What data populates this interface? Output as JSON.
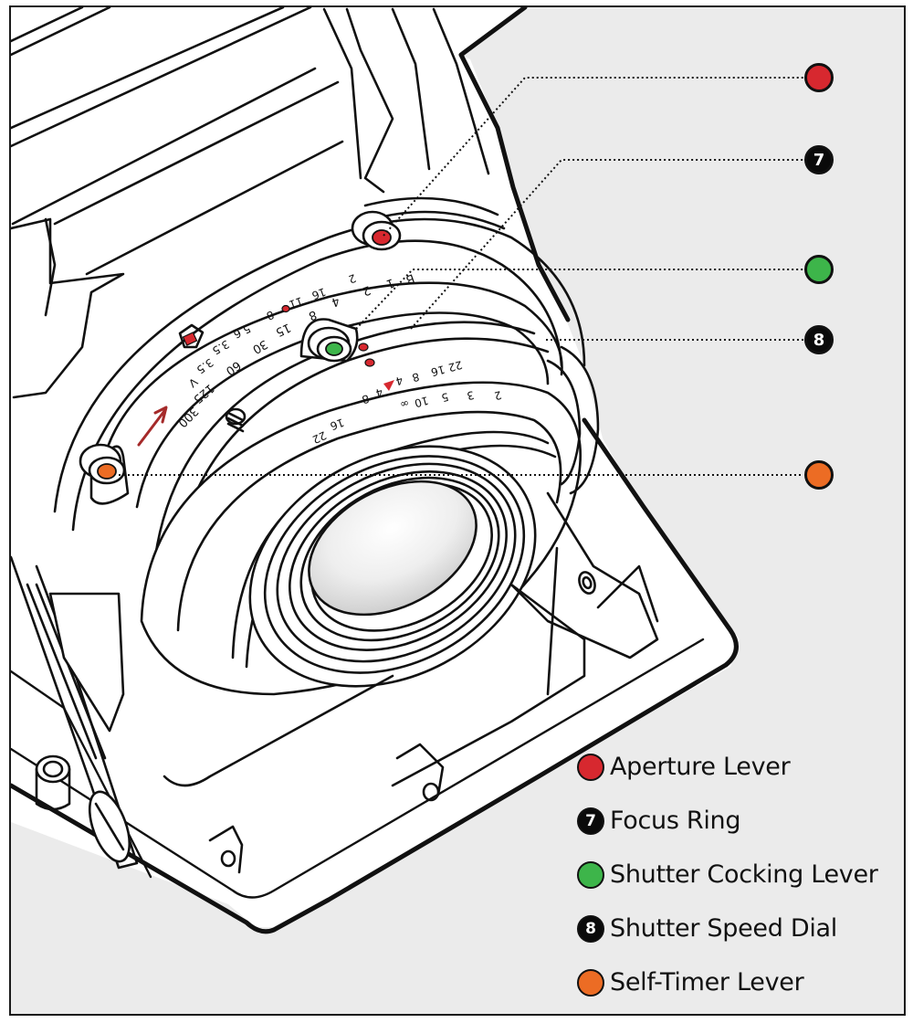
{
  "diagram": {
    "subject": "Camera lens and shutter controls",
    "colors": {
      "background": "#ebebeb",
      "line": "#111111",
      "aperture_red": "#d7282f",
      "cocking_green": "#3db54a",
      "self_timer_orange": "#ec6c24",
      "badge_black": "#0a0a0a"
    },
    "callouts": [
      {
        "id": "aperture-lever",
        "kind": "color",
        "color": "#d7282f",
        "number": ""
      },
      {
        "id": "focus-ring",
        "kind": "number",
        "color": "#0a0a0a",
        "number": "7"
      },
      {
        "id": "shutter-cocking-lever",
        "kind": "color",
        "color": "#3db54a",
        "number": ""
      },
      {
        "id": "shutter-speed-dial",
        "kind": "number",
        "color": "#0a0a0a",
        "number": "8"
      },
      {
        "id": "self-timer-lever",
        "kind": "color",
        "color": "#ec6c24",
        "number": ""
      }
    ],
    "legend": [
      {
        "label": "Aperture Lever",
        "color": "#d7282f",
        "number": ""
      },
      {
        "label": "Focus Ring",
        "color": "#0a0a0a",
        "number": "7"
      },
      {
        "label": "Shutter Cocking Lever",
        "color": "#3db54a",
        "number": ""
      },
      {
        "label": "Shutter Speed Dial",
        "color": "#0a0a0a",
        "number": "8"
      },
      {
        "label": "Self-Timer Lever",
        "color": "#ec6c24",
        "number": ""
      }
    ],
    "scales": {
      "shutter_speeds": [
        "B",
        "1",
        "2",
        "4",
        "8",
        "15",
        "30",
        "60",
        "125",
        "300"
      ],
      "aperture_values_upper": [
        "2",
        "2",
        "16",
        "11",
        "8",
        "5.6",
        "3.5",
        "3.5",
        "V"
      ],
      "depth_of_field_marks": [
        "22",
        "16",
        "8",
        "4",
        "4",
        "8",
        "16",
        "22"
      ],
      "distance_values": [
        "∞",
        "10",
        "5",
        "3",
        "2"
      ]
    }
  }
}
